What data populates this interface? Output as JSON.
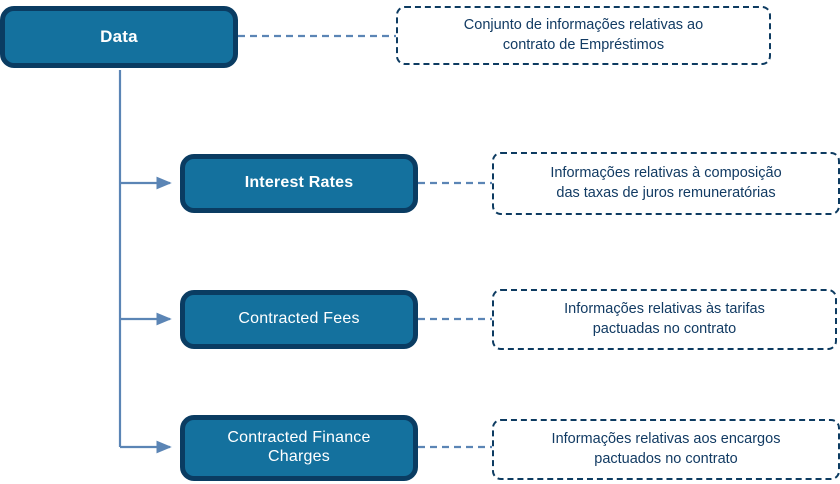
{
  "diagram": {
    "title": "Data structure tree with descriptive notes",
    "colors": {
      "node_fill": "#14719e",
      "node_border": "#0a3c62",
      "node_text": "#ffffff",
      "note_border": "#0d3b61",
      "note_text": "#123b63",
      "connector": "#5b85b5",
      "background": "#ffffff"
    },
    "root": {
      "label": "Data",
      "note": "Conjunto de informações relativas ao\ncontrato de Empréstimos"
    },
    "children": [
      {
        "label": "Interest Rates",
        "note": "Informações relativas à composição\ndas taxas de juros remuneratórias"
      },
      {
        "label": "Contracted Fees",
        "note": "Informações relativas às tarifas\npactuadas no contrato"
      },
      {
        "label": "Contracted Finance\nCharges",
        "note": "Informações relativas aos encargos\npactuados no contrato"
      }
    ]
  }
}
